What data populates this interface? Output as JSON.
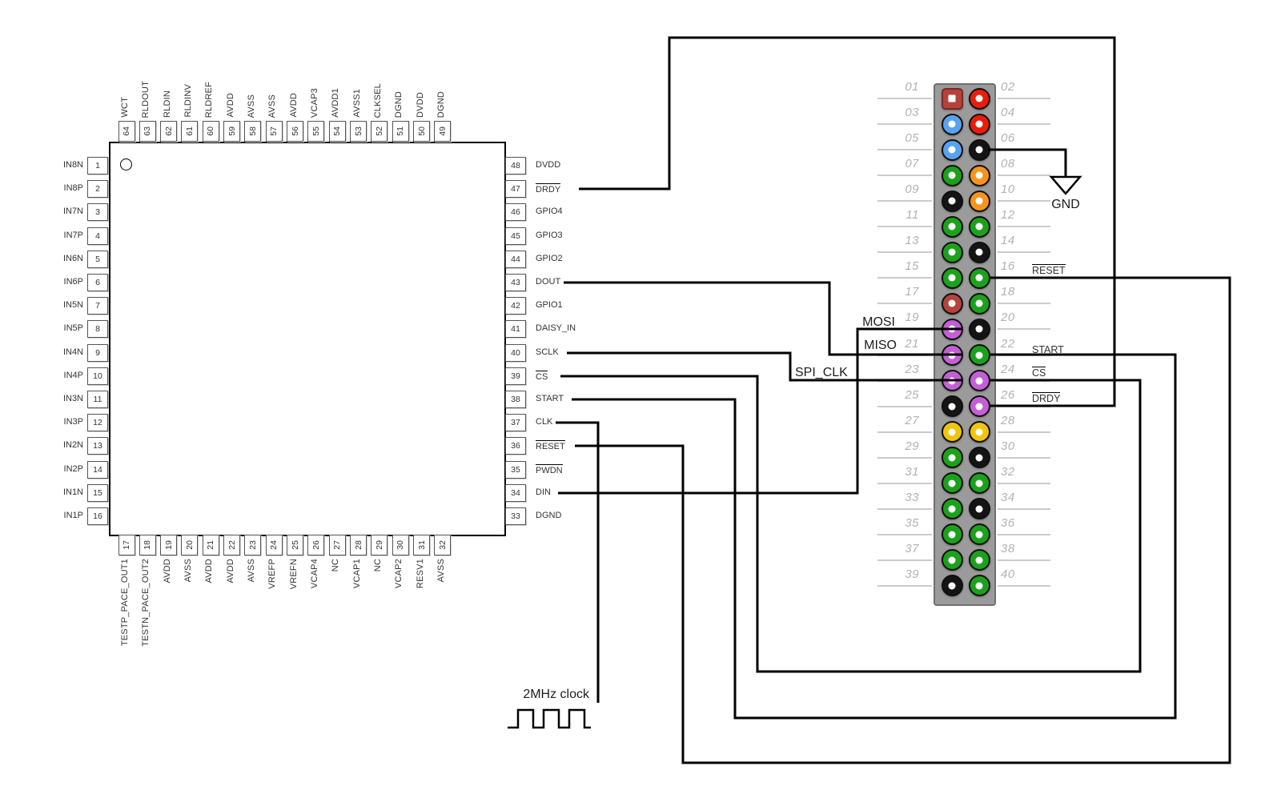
{
  "chip": {
    "left_pins": [
      {
        "n": "1",
        "label": "IN8N"
      },
      {
        "n": "2",
        "label": "IN8P"
      },
      {
        "n": "3",
        "label": "IN7N"
      },
      {
        "n": "4",
        "label": "IN7P"
      },
      {
        "n": "5",
        "label": "IN6N"
      },
      {
        "n": "6",
        "label": "IN6P"
      },
      {
        "n": "7",
        "label": "IN5N"
      },
      {
        "n": "8",
        "label": "IN5P"
      },
      {
        "n": "9",
        "label": "IN4N"
      },
      {
        "n": "10",
        "label": "IN4P"
      },
      {
        "n": "11",
        "label": "IN3N"
      },
      {
        "n": "12",
        "label": "IN3P"
      },
      {
        "n": "13",
        "label": "IN2N"
      },
      {
        "n": "14",
        "label": "IN2P"
      },
      {
        "n": "15",
        "label": "IN1N"
      },
      {
        "n": "16",
        "label": "IN1P"
      }
    ],
    "right_pins": [
      {
        "n": "48",
        "label": "DVDD"
      },
      {
        "n": "47",
        "label": "DRDY",
        "overline": true
      },
      {
        "n": "46",
        "label": "GPIO4"
      },
      {
        "n": "45",
        "label": "GPIO3"
      },
      {
        "n": "44",
        "label": "GPIO2"
      },
      {
        "n": "43",
        "label": "DOUT"
      },
      {
        "n": "42",
        "label": "GPIO1"
      },
      {
        "n": "41",
        "label": "DAISY_IN"
      },
      {
        "n": "40",
        "label": "SCLK"
      },
      {
        "n": "39",
        "label": "CS",
        "overline": true
      },
      {
        "n": "38",
        "label": "START"
      },
      {
        "n": "37",
        "label": "CLK"
      },
      {
        "n": "36",
        "label": "RESET",
        "overline": true
      },
      {
        "n": "35",
        "label": "PWDN",
        "overline": true
      },
      {
        "n": "34",
        "label": "DIN"
      },
      {
        "n": "33",
        "label": "DGND"
      }
    ],
    "top_pins": [
      {
        "n": "64",
        "label": "WCT"
      },
      {
        "n": "63",
        "label": "RLDOUT"
      },
      {
        "n": "62",
        "label": "RLDIN"
      },
      {
        "n": "61",
        "label": "RLDINV"
      },
      {
        "n": "60",
        "label": "RLDREF"
      },
      {
        "n": "59",
        "label": "AVDD"
      },
      {
        "n": "58",
        "label": "AVSS"
      },
      {
        "n": "57",
        "label": "AVSS"
      },
      {
        "n": "56",
        "label": "AVDD"
      },
      {
        "n": "55",
        "label": "VCAP3"
      },
      {
        "n": "54",
        "label": "AVDD1"
      },
      {
        "n": "53",
        "label": "AVSS1"
      },
      {
        "n": "52",
        "label": "CLKSEL"
      },
      {
        "n": "51",
        "label": "DGND"
      },
      {
        "n": "50",
        "label": "DVDD"
      },
      {
        "n": "49",
        "label": "DGND"
      }
    ],
    "bottom_pins": [
      {
        "n": "17",
        "label": "TESTP_PACE_OUT1"
      },
      {
        "n": "18",
        "label": "TESTN_PACE_OUT2"
      },
      {
        "n": "19",
        "label": "AVDD"
      },
      {
        "n": "20",
        "label": "AVSS"
      },
      {
        "n": "21",
        "label": "AVDD"
      },
      {
        "n": "22",
        "label": "AVDD"
      },
      {
        "n": "23",
        "label": "AVSS"
      },
      {
        "n": "24",
        "label": "VREFP"
      },
      {
        "n": "25",
        "label": "VREFN"
      },
      {
        "n": "26",
        "label": "VCAP4"
      },
      {
        "n": "27",
        "label": "NC"
      },
      {
        "n": "28",
        "label": "VCAP1"
      },
      {
        "n": "29",
        "label": "NC"
      },
      {
        "n": "30",
        "label": "VCAP2"
      },
      {
        "n": "31",
        "label": "RESV1"
      },
      {
        "n": "32",
        "label": "AVSS"
      }
    ]
  },
  "header": {
    "pins": [
      {
        "n": "01",
        "color": "darkred",
        "shape": "square"
      },
      {
        "n": "02",
        "color": "red"
      },
      {
        "n": "03",
        "color": "blue"
      },
      {
        "n": "04",
        "color": "red"
      },
      {
        "n": "05",
        "color": "blue"
      },
      {
        "n": "06",
        "color": "black"
      },
      {
        "n": "07",
        "color": "green"
      },
      {
        "n": "08",
        "color": "orange"
      },
      {
        "n": "09",
        "color": "black"
      },
      {
        "n": "10",
        "color": "orange"
      },
      {
        "n": "11",
        "color": "green"
      },
      {
        "n": "12",
        "color": "green"
      },
      {
        "n": "13",
        "color": "green"
      },
      {
        "n": "14",
        "color": "black"
      },
      {
        "n": "15",
        "color": "green"
      },
      {
        "n": "16",
        "color": "green"
      },
      {
        "n": "17",
        "color": "darkred"
      },
      {
        "n": "18",
        "color": "green"
      },
      {
        "n": "19",
        "color": "purple"
      },
      {
        "n": "20",
        "color": "black"
      },
      {
        "n": "21",
        "color": "purple"
      },
      {
        "n": "22",
        "color": "green"
      },
      {
        "n": "23",
        "color": "purple"
      },
      {
        "n": "24",
        "color": "purple"
      },
      {
        "n": "25",
        "color": "black"
      },
      {
        "n": "26",
        "color": "purple"
      },
      {
        "n": "27",
        "color": "yellow"
      },
      {
        "n": "28",
        "color": "yellow"
      },
      {
        "n": "29",
        "color": "green"
      },
      {
        "n": "30",
        "color": "black"
      },
      {
        "n": "31",
        "color": "green"
      },
      {
        "n": "32",
        "color": "green"
      },
      {
        "n": "33",
        "color": "green"
      },
      {
        "n": "34",
        "color": "black"
      },
      {
        "n": "35",
        "color": "green"
      },
      {
        "n": "36",
        "color": "green"
      },
      {
        "n": "37",
        "color": "green"
      },
      {
        "n": "38",
        "color": "green"
      },
      {
        "n": "39",
        "color": "black"
      },
      {
        "n": "40",
        "color": "green"
      }
    ]
  },
  "net_labels": {
    "mosi": "MOSI",
    "miso": "MISO",
    "spi_clk": "SPI_CLK",
    "start": "START",
    "cs": "CS",
    "drdy": "DRDY",
    "reset": "RESET",
    "gnd": "GND",
    "clock": "2MHz clock"
  },
  "colors": {
    "red": "#ea1c0d",
    "darkred": "#b5433c",
    "blue": "#58a2f0",
    "green": "#1ca11c",
    "orange": "#f7941d",
    "yellow": "#efc50d",
    "black": "#141414",
    "purple": "#c45fd6",
    "header_body": "#9b9b9b",
    "header_border": "#6f6f6f",
    "number_gray": "#b2b2b2",
    "wire": "#000000"
  }
}
